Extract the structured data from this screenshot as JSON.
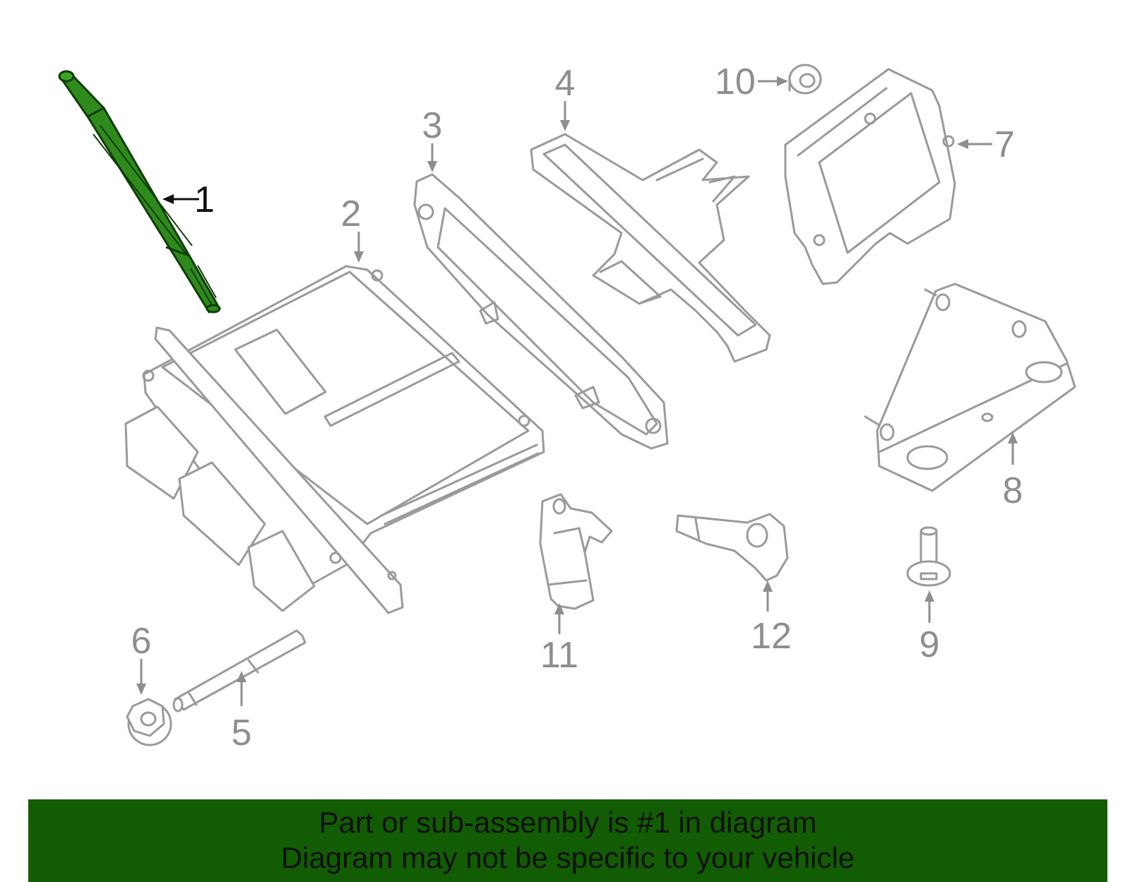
{
  "diagram": {
    "highlighted_part": "1",
    "highlight_color": "#2f8a1c",
    "outline_color": "#9a9a9a",
    "callouts": [
      "1",
      "2",
      "3",
      "4",
      "5",
      "6",
      "7",
      "8",
      "9",
      "10",
      "11",
      "12"
    ]
  },
  "banner": {
    "background": "#125c03",
    "line1": "Part or sub-assembly is #1 in diagram",
    "line2": "Diagram may not be specific to your vehicle"
  }
}
